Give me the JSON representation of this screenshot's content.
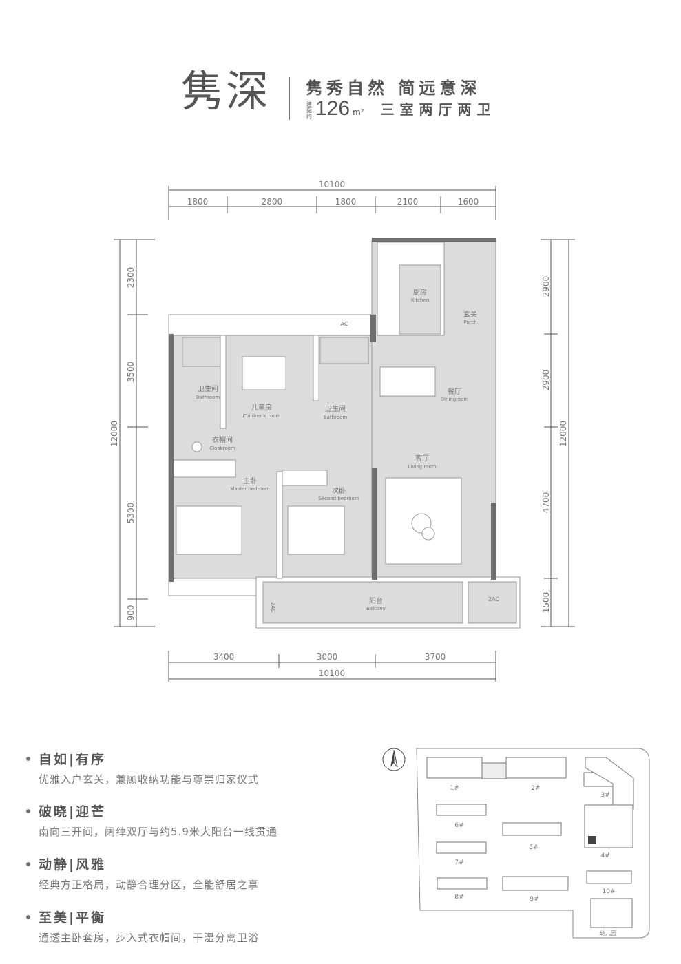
{
  "header": {
    "name": "隽深",
    "slogan": "隽秀自然  简远意深",
    "area_tag": "建面约",
    "area": "126",
    "area_unit": "m²",
    "layout": "三室两厅两卫"
  },
  "floorplan": {
    "dimensions": {
      "top_total": "10100",
      "top_segments": [
        "1800",
        "2800",
        "1800",
        "2100",
        "1600"
      ],
      "left_total": "12000",
      "left_segments": [
        "2300",
        "3500",
        "5300",
        "900"
      ],
      "right_total": "12000",
      "right_segments": [
        "2900",
        "2900",
        "4700",
        "1500"
      ],
      "bottom_total": "10100",
      "bottom_segments": [
        "3400",
        "3000",
        "3700"
      ]
    },
    "rooms": {
      "kitchen": {
        "cn": "厨房",
        "en": "Kitchen"
      },
      "porch": {
        "cn": "玄关",
        "en": "Porch"
      },
      "dining": {
        "cn": "餐厅",
        "en": "Diningroom"
      },
      "living": {
        "cn": "客厅",
        "en": "Living room"
      },
      "bath1": {
        "cn": "卫生间",
        "en": "Bathroom"
      },
      "children": {
        "cn": "儿童房",
        "en": "Children's room"
      },
      "bath2": {
        "cn": "卫生间",
        "en": "Bathroom"
      },
      "cloak": {
        "cn": "衣帽间",
        "en": "Cloakroom"
      },
      "master": {
        "cn": "主卧",
        "en": "Master bedroom"
      },
      "second": {
        "cn": "次卧",
        "en": "Second bedroom"
      },
      "balcony": {
        "cn": "阳台",
        "en": "Balcony"
      }
    },
    "ac_labels": [
      "AC",
      "2AC",
      "2AC"
    ]
  },
  "features": [
    {
      "title": "自如|有序",
      "desc": "优雅入户玄关，兼顾收纳功能与尊崇归家仪式"
    },
    {
      "title": "破晓|迎芒",
      "desc": "南向三开间，阔绰双厅与约5.9米大阳台一线贯通"
    },
    {
      "title": "动静|风雅",
      "desc": "经典方正格局，动静合理分区，全能舒居之享"
    },
    {
      "title": "至美|平衡",
      "desc": "通透主卧套房，步入式衣帽间，干湿分离卫浴"
    }
  ],
  "site_plan": {
    "buildings": [
      "1#",
      "2#",
      "3#",
      "4#",
      "5#",
      "6#",
      "7#",
      "8#",
      "9#",
      "10#"
    ],
    "kindergarten": "幼儿园"
  },
  "colors": {
    "wall": "#6e6e6e",
    "floor": "#dcdcdc",
    "text": "#555555",
    "highlight": "#444444"
  }
}
